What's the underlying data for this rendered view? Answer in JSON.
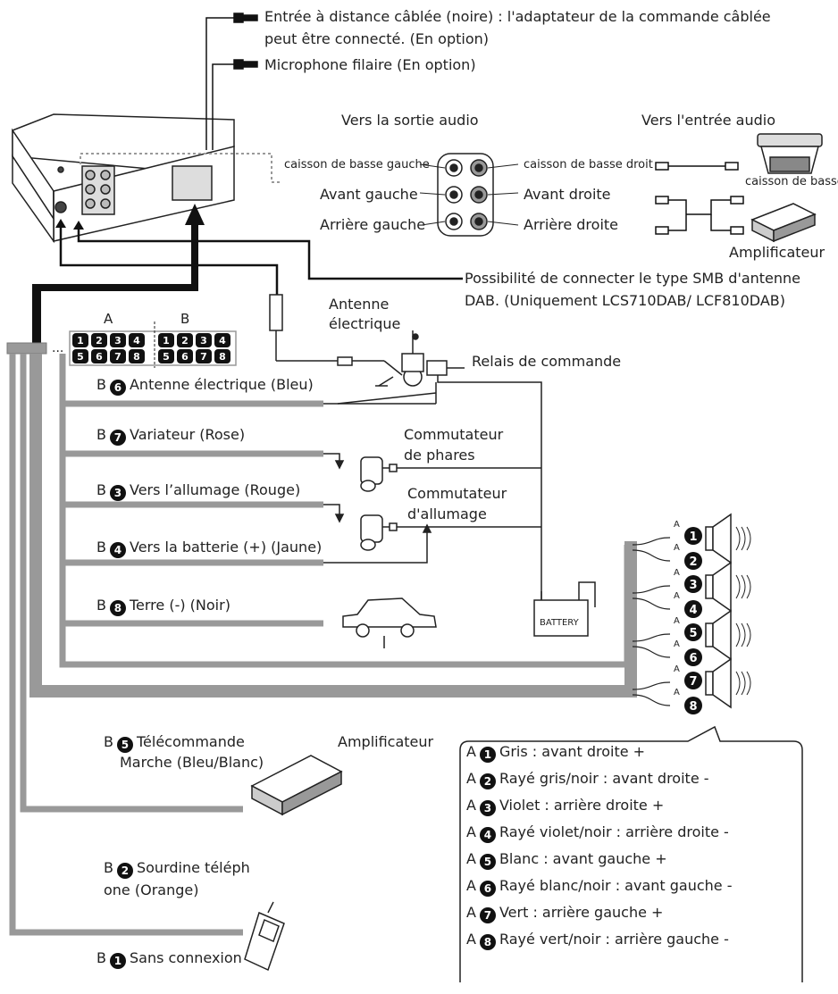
{
  "top": {
    "remote_input": "Entrée à distance câblée (noire) :  l'adaptateur de la commande câblée",
    "remote_input_2": "peut être connecté. (En option)",
    "microphone": "Microphone filaire (En option)"
  },
  "audio": {
    "output_title": "Vers la sortie audio",
    "input_title": "Vers l'entrée audio",
    "sub_left": "caisson de basse gauche",
    "sub_right": "caisson de basse droit",
    "front_left": "Avant gauche",
    "front_right": "Avant droite",
    "rear_left": "Arrière gauche",
    "rear_right": "Arrière droite",
    "subwoofer": "caisson de basse",
    "amplifier": "Amplificateur"
  },
  "dab": {
    "line1": "Possibilité de connecter le type SMB d'antenne",
    "line2": "DAB. (Uniquement LCS710DAB/ LCF810DAB)"
  },
  "antenna": {
    "line1": "Antenne",
    "line2": "électrique",
    "relay": "Relais de commande"
  },
  "connector": {
    "label_a": "A",
    "label_b": "B",
    "a_pins": [
      "1",
      "2",
      "3",
      "4",
      "5",
      "6",
      "7",
      "8"
    ],
    "b_pins": [
      "1",
      "2",
      "3",
      "4",
      "5",
      "6",
      "7",
      "8"
    ]
  },
  "wires": {
    "b6": {
      "prefix": "B",
      "num": "6",
      "text": "Antenne électrique (Bleu)"
    },
    "b7": {
      "prefix": "B",
      "num": "7",
      "text": "Variateur (Rose)"
    },
    "b3": {
      "prefix": "B",
      "num": "3",
      "text": "Vers l’allumage (Rouge)"
    },
    "b4": {
      "prefix": "B",
      "num": "4",
      "text": "Vers la batterie (+) (Jaune)"
    },
    "b8": {
      "prefix": "B",
      "num": "8",
      "text": "Terre (-) (Noir)"
    },
    "b5": {
      "prefix": "B",
      "num": "5",
      "text": "Télécommande",
      "text2": "Marche (Bleu/Blanc)"
    },
    "b2": {
      "prefix": "B",
      "num": "2",
      "text": "Sourdine téléph",
      "text2": "one (Orange)"
    },
    "b1": {
      "prefix": "B",
      "num": "1",
      "text": "Sans connexion"
    }
  },
  "switches": {
    "headlight_1": "Commutateur",
    "headlight_2": "de phares",
    "ignition_1": "Commutateur",
    "ignition_2": "d'allumage",
    "battery": "BATTERY",
    "amplifier": "Amplificateur"
  },
  "speakers": {
    "a_label": "A",
    "pins": [
      "1",
      "2",
      "3",
      "4",
      "5",
      "6",
      "7",
      "8"
    ]
  },
  "legend": [
    {
      "prefix": "A",
      "num": "1",
      "text": "Gris : avant droite +"
    },
    {
      "prefix": "A",
      "num": "2",
      "text": "Rayé gris/noir : avant droite -"
    },
    {
      "prefix": "A",
      "num": "3",
      "text": "Violet : arrière droite +"
    },
    {
      "prefix": "A",
      "num": "4",
      "text": "Rayé violet/noir : arrière droite -"
    },
    {
      "prefix": "A",
      "num": "5",
      "text": "Blanc : avant gauche +"
    },
    {
      "prefix": "A",
      "num": "6",
      "text": "Rayé blanc/noir : avant gauche -"
    },
    {
      "prefix": "A",
      "num": "7",
      "text": "Vert : arrière gauche +"
    },
    {
      "prefix": "A",
      "num": "8",
      "text": "Rayé vert/noir : arrière gauche -"
    }
  ],
  "colors": {
    "wire_gray": "#999999",
    "line_black": "#111111"
  }
}
